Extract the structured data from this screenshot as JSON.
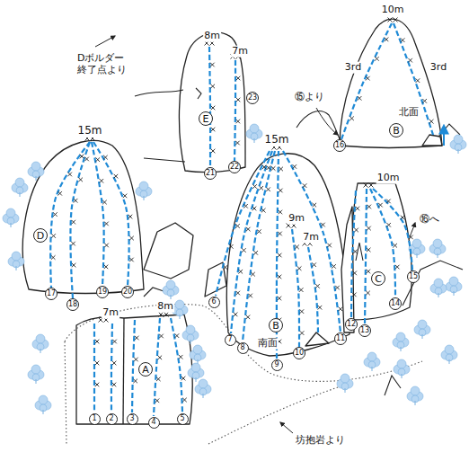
{
  "diagram": {
    "nodes": [
      {
        "text": [
          "E"
        ]
      },
      {
        "text": [
          "23"
        ]
      },
      {
        "text": [
          "B"
        ]
      },
      {
        "text": [
          "16"
        ]
      },
      {
        "text": [
          "21"
        ]
      },
      {
        "text": [
          "22"
        ]
      },
      {
        "text": [
          "D"
        ]
      },
      {
        "text": [
          "15"
        ]
      },
      {
        "text": [
          "C"
        ]
      },
      {
        "text": [
          "17"
        ]
      },
      {
        "text": [
          "19"
        ]
      },
      {
        "text": [
          "20"
        ]
      },
      {
        "text": [
          "6"
        ]
      },
      {
        "text": [
          "18"
        ]
      },
      {
        "text": [
          "14"
        ]
      },
      {
        "text": [
          "B"
        ]
      },
      {
        "text": [
          "12"
        ]
      },
      {
        "text": [
          "13"
        ]
      },
      {
        "text": [
          "11"
        ]
      },
      {
        "text": [
          "7"
        ]
      },
      {
        "text": [
          "8"
        ]
      },
      {
        "text": [
          "10"
        ]
      },
      {
        "text": [
          "9"
        ]
      },
      {
        "text": [
          "A"
        ]
      },
      {
        "text": [
          "1"
        ]
      },
      {
        "text": [
          "2"
        ]
      },
      {
        "text": [
          "3"
        ]
      },
      {
        "text": [
          "4"
        ]
      },
      {
        "text": [
          "5"
        ]
      }
    ],
    "labels": [
      "10m",
      "8m",
      "Dボルダー 終了点より",
      "7m",
      "3rd",
      "3rd",
      "⑮より",
      "北面",
      "15m",
      "15m",
      "10m",
      "9m",
      "⑯へ",
      "7m",
      "8m",
      "7m",
      "南面",
      "坊抱岩より"
    ]
  }
}
